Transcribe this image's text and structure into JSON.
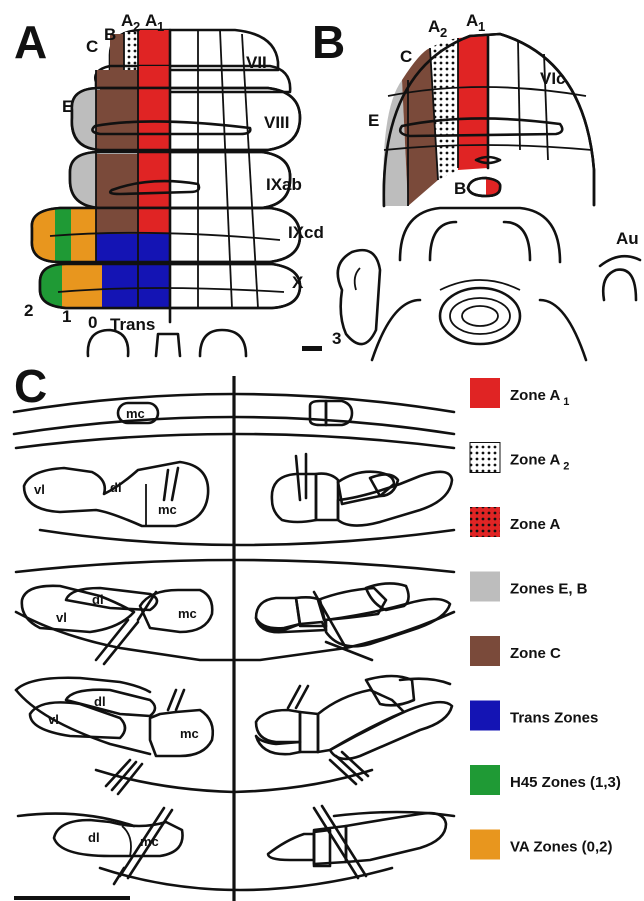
{
  "panels": {
    "a": {
      "letter": "A",
      "zones": [
        "A",
        "1",
        "A",
        "2",
        "B",
        "C",
        "E"
      ],
      "lobules": [
        "VII",
        "VIII",
        "IXab",
        "IXcd",
        "X"
      ],
      "bottom": [
        "2",
        "1",
        "0",
        "Trans"
      ]
    },
    "b": {
      "letter": "B",
      "zones": [
        "A",
        "1",
        "A",
        "2",
        "C",
        "E",
        "B"
      ],
      "lobules": [
        "VIc",
        "Au",
        "3"
      ]
    },
    "c": {
      "letter": "C",
      "nuclei": [
        "mc",
        "vl",
        "dl"
      ]
    }
  },
  "legend": [
    {
      "label": "Zone A",
      "sub": "1",
      "color": "#e02424",
      "pattern": "solid"
    },
    {
      "label": "Zone A",
      "sub": "2",
      "color": "#ffffff",
      "pattern": "dots"
    },
    {
      "label": "Zone A",
      "sub": "",
      "color": "#e02424",
      "pattern": "reddots"
    },
    {
      "label": "Zones E, B",
      "sub": "",
      "color": "#bdbdbd",
      "pattern": "solid"
    },
    {
      "label": "Zone C",
      "sub": "",
      "color": "#7a4a3a",
      "pattern": "solid"
    },
    {
      "label": "Trans  Zones",
      "sub": "",
      "color": "#1414b4",
      "pattern": "solid"
    },
    {
      "label": "H45 Zones (1,3)",
      "sub": "",
      "color": "#1f9a35",
      "pattern": "solid"
    },
    {
      "label": "VA Zones (0,2)",
      "sub": "",
      "color": "#e8961e",
      "pattern": "solid"
    }
  ]
}
